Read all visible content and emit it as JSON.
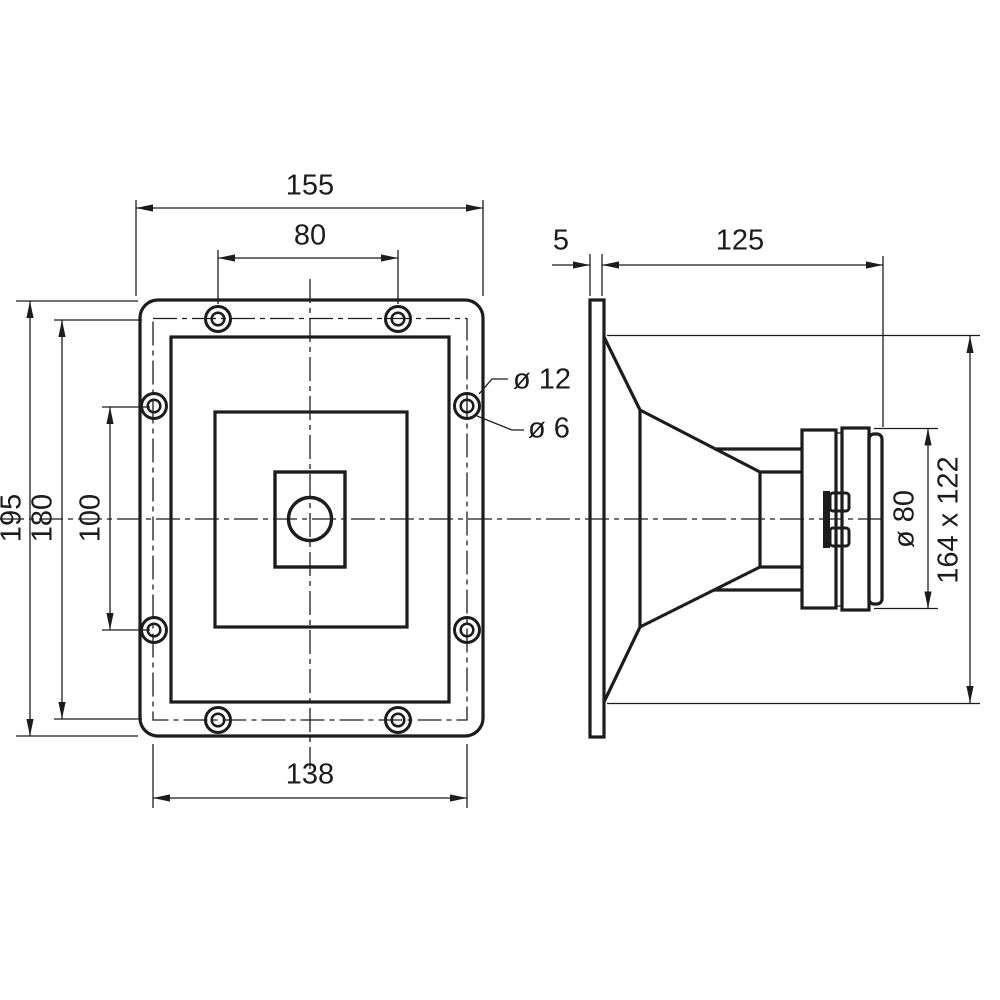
{
  "drawing_title": "horn-speaker-dimension-drawing",
  "front_view": {
    "overall_width": "155",
    "screw_spacing_top": "80",
    "overall_height": "195",
    "screw_field_height": "180",
    "screw_spacing_side": "100",
    "screw_field_width": "138",
    "countersink_diameter": "ø 12",
    "hole_diameter": "ø 6"
  },
  "side_view": {
    "flange_thickness": "5",
    "overall_depth": "125",
    "driver_diameter": "ø 80",
    "mouth_size": "164 x 122"
  },
  "colors": {
    "ink": "#1c1c1c",
    "paper": "#ffffff"
  }
}
